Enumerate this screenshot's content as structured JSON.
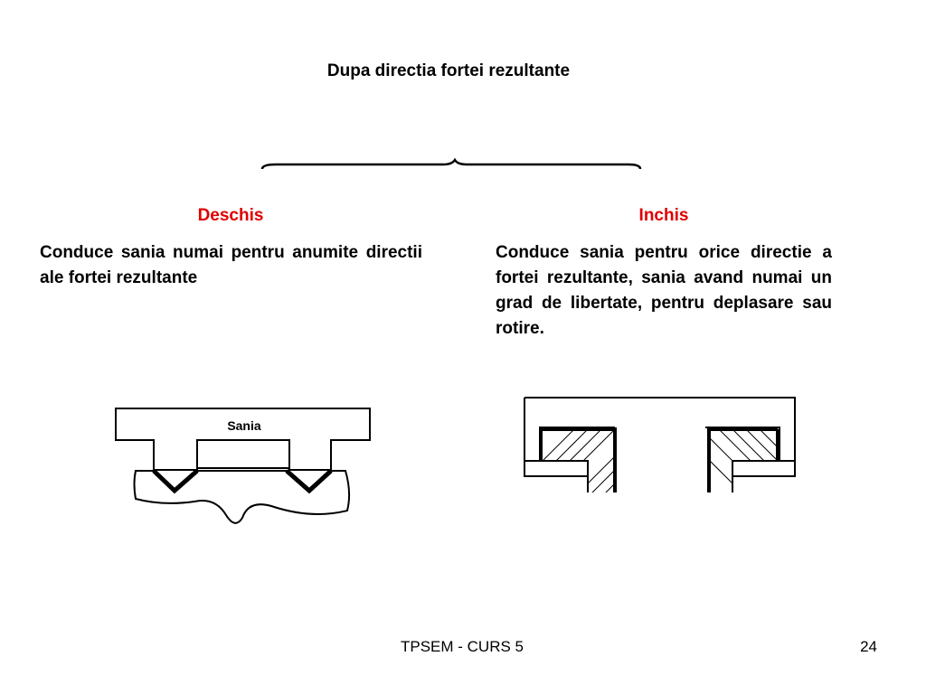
{
  "slide": {
    "title": "Dupa directia fortei rezultante",
    "footer": "TPSEM - CURS 5",
    "page_number": "24"
  },
  "left": {
    "heading": "Deschis",
    "heading_color": "#e00000",
    "text": "Conduce sania numai pentru anumite directii ale fortei rezultante"
  },
  "right": {
    "heading": "Inchis",
    "heading_color": "#e00000",
    "text": "Conduce sania pentru orice directie a fortei rezultante, sania avand numai un grad de libertate, pentru deplasare sau rotire."
  },
  "figure_open": {
    "label": "Sania"
  }
}
